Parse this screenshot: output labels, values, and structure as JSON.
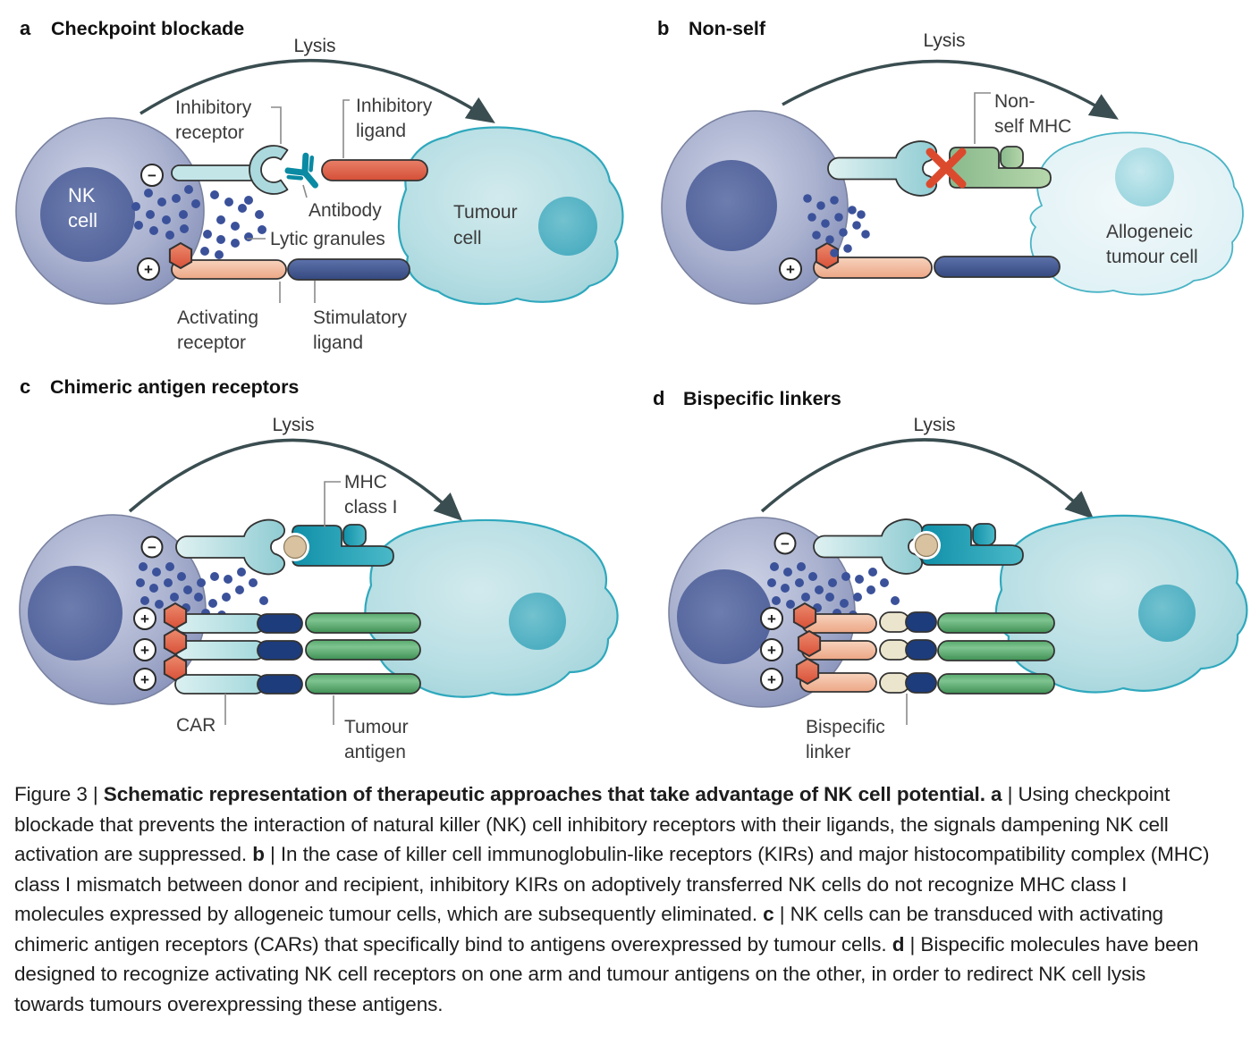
{
  "panel_a": {
    "letter": "a",
    "title": "Checkpoint blockade",
    "lysis": "Lysis",
    "nk_cell": [
      "NK",
      "cell"
    ],
    "tumour_cell": [
      "Tumour",
      "cell"
    ],
    "inhibitory_receptor": [
      "Inhibitory",
      "receptor"
    ],
    "inhibitory_ligand": [
      "Inhibitory",
      "ligand"
    ],
    "antibody": "Antibody",
    "lytic_granules": "Lytic granules",
    "activating_receptor": [
      "Activating",
      "receptor"
    ],
    "stimulatory_ligand": [
      "Stimulatory",
      "ligand"
    ],
    "minus": "−",
    "plus": "+"
  },
  "panel_b": {
    "letter": "b",
    "title": "Non-self",
    "lysis": "Lysis",
    "non_self_mhc": [
      "Non-",
      "self MHC"
    ],
    "allogeneic_tumour_cell": [
      "Allogeneic",
      "tumour cell"
    ],
    "plus": "+"
  },
  "panel_c": {
    "letter": "c",
    "title": "Chimeric antigen receptors",
    "lysis": "Lysis",
    "mhc_class_i": [
      "MHC",
      "class I"
    ],
    "car": "CAR",
    "tumour_antigen": [
      "Tumour",
      "antigen"
    ],
    "minus": "−",
    "plus": "+"
  },
  "panel_d": {
    "letter": "d",
    "title": "Bispecific linkers",
    "lysis": "Lysis",
    "bispecific_linker": [
      "Bispecific",
      "linker"
    ],
    "minus": "−",
    "plus": "+"
  },
  "caption": {
    "segments": [
      {
        "text": "Figure 3 | ",
        "bold": false
      },
      {
        "text": "Schematic representation of therapeutic approaches that take advantage of NK cell potential. ",
        "bold": true
      },
      {
        "text": "a",
        "bold": true
      },
      {
        "text": " | Using checkpoint blockade that prevents the interaction of natural killer (NK) cell inhibitory receptors with their ligands, the signals dampening NK cell activation are suppressed. ",
        "bold": false
      },
      {
        "text": "b",
        "bold": true
      },
      {
        "text": " | In the case of killer cell immunoglobulin-like receptors (KIRs) and major histocompatibility complex (MHC) class I mismatch between donor and recipient, inhibitory KIRs on adoptively transferred NK cells do not recognize MHC class I molecules expressed by allogeneic tumour cells, which are subsequently eliminated. ",
        "bold": false
      },
      {
        "text": "c",
        "bold": true
      },
      {
        "text": " | NK cells can be transduced with activating chimeric antigen receptors (CARs) that specifically bind to antigens overexpressed by tumour cells. ",
        "bold": false
      },
      {
        "text": "d",
        "bold": true
      },
      {
        "text": " | Bispecific molecules have been designed to recognize activating NK cell receptors on one arm and tumour antigens on the other, in order to redirect NK cell lysis towards tumours overexpressing these antigens.",
        "bold": false
      }
    ]
  },
  "colors": {
    "nk_cell_body": "#a9b1cf",
    "nk_nucleus": "#54659e",
    "tumour_cell": "#aedade",
    "tumour_nucleus": "#4aadc0",
    "allogeneic_tumour_cell": "#e0f1f5",
    "inhibitory_receptor": "#bfe2e6",
    "activating_receptor": "#f2b89c",
    "inhibitory_ligand": "#dd5f49",
    "stimulatory_ligand": "#41548f",
    "lytic_granules": "#3b529a",
    "antibody": "#0a8aa3",
    "non_self_mhc": "#9cc49a",
    "mhc_class_i": "#2aa4ba",
    "tumour_antigen": "#4f9f63",
    "car_segment_navy": "#1d3c7c",
    "bispecific_linker_cream": "#ece5cd",
    "activation_hexagon": "#e0654c",
    "lysis_arrow": "#3a4d50",
    "blocked_x": "#dc4a2e"
  }
}
